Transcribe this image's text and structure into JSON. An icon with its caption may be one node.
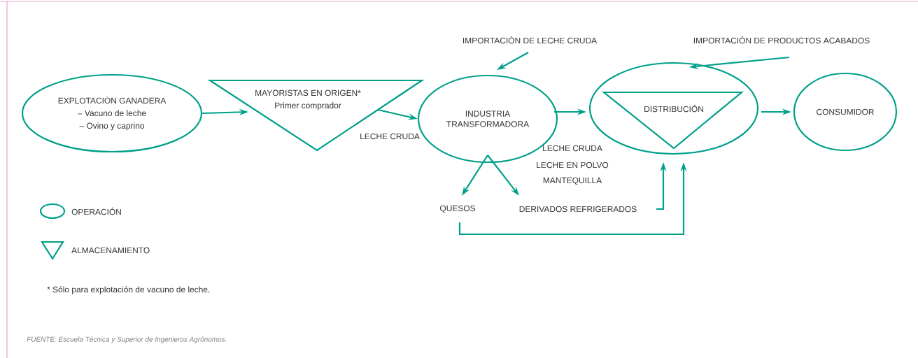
{
  "diagram": {
    "caption": "FUENTE: Escuela Técnica y Superior de Ingenieros Agrónomos.",
    "nodes": [
      {
        "text": [
          "EXPLOTACIÓN GANADERA",
          "– Vacuno de leche",
          "– Ovino y caprino"
        ]
      },
      {
        "text": [
          "MAYORISTAS EN ORIGEN*",
          "Primer comprador"
        ]
      },
      {
        "text": [
          "INDUSTRIA TRANSFORMADORA"
        ]
      },
      {
        "text": [
          "DISTRIBUCIÓN"
        ]
      },
      {
        "text": [
          "CONSUMIDOR"
        ]
      },
      {
        "text": [
          "IMPORTACIÓN DE LECHE CRUDA"
        ]
      },
      {
        "text": [
          "IMPORTACIÓN DE PRODUCTOS ACABADOS"
        ]
      },
      {
        "text": [
          "QUESOS"
        ]
      },
      {
        "text": [
          "DERIVADOS REFRIGERADOS"
        ]
      }
    ],
    "edges": [
      {
        "from": 0,
        "to": 1,
        "arrow": "to"
      },
      {
        "from": 1,
        "to": 2,
        "arrow": "to",
        "label": "LECHE CRUDA"
      },
      {
        "from": 2,
        "to": 3,
        "arrow": "to"
      },
      {
        "from": 3,
        "to": 4,
        "arrow": "to"
      },
      {
        "from": 5,
        "to": 2,
        "arrow": "to"
      },
      {
        "from": 6,
        "to": 3,
        "arrow": "to"
      },
      {
        "from": 2,
        "to": 7,
        "arrow": "to"
      },
      {
        "from": 2,
        "to": 8,
        "arrow": "to"
      },
      {
        "from": 8,
        "to": 3,
        "arrow": "to"
      },
      {
        "from": 7,
        "to": 3,
        "arrow": "to"
      }
    ],
    "labels": [
      "LECHE CRUDA",
      "LECHE EN POLVO",
      "MANTEQUILLA",
      "* Sólo para explotación de vacuno de leche."
    ],
    "legend": [
      {
        "text": "OPERACIÓN"
      },
      {
        "text": "ALMACENAMIENTO"
      }
    ]
  }
}
